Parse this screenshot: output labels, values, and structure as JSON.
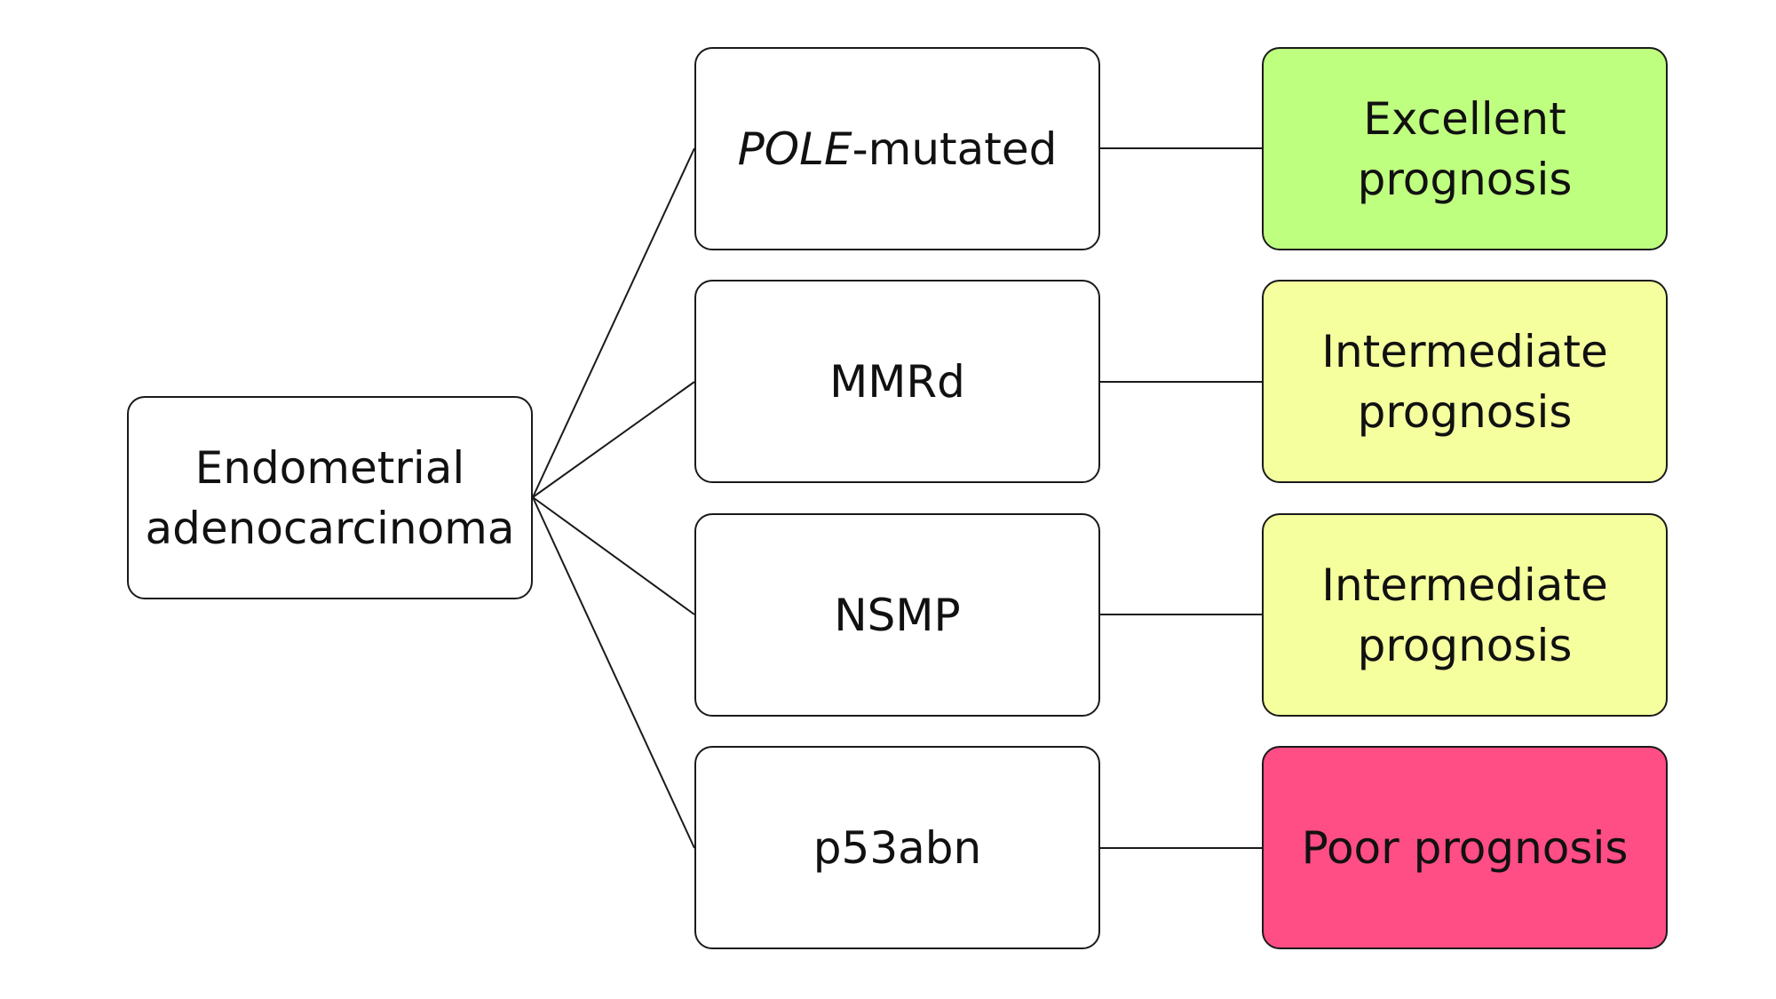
{
  "diagram": {
    "root": {
      "line1": "Endometrial",
      "line2": "adenocarcinoma"
    },
    "subtypes": [
      {
        "italic_part": "POLE",
        "rest": "-mutated"
      },
      {
        "italic_part": "",
        "rest": "MMRd"
      },
      {
        "italic_part": "",
        "rest": "NSMP"
      },
      {
        "italic_part": "",
        "rest": "p53abn"
      }
    ],
    "prognoses": [
      {
        "line1": "Excellent",
        "line2": "prognosis",
        "color": "#bfff80"
      },
      {
        "line1": "Intermediate",
        "line2": "prognosis",
        "color": "#f5ff9e"
      },
      {
        "line1": "Intermediate",
        "line2": "prognosis",
        "color": "#f5ff9e"
      },
      {
        "line1": "Poor prognosis",
        "line2": "",
        "color": "#ff4d85"
      }
    ]
  }
}
